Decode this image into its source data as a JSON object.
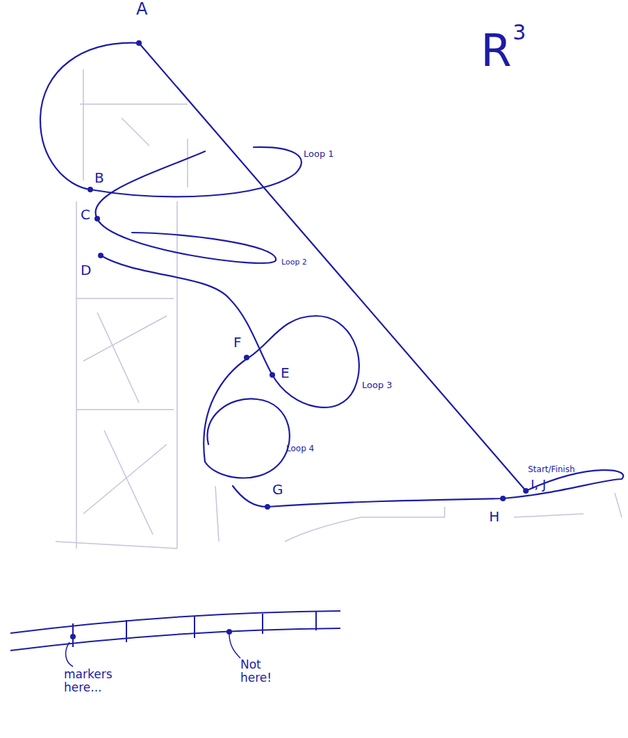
{
  "diagram": {
    "labels": [
      "A",
      "R",
      "3",
      "Loop 1",
      "B",
      "C",
      "Loop 2",
      "D",
      "F",
      "E",
      "Loop 3",
      "Loop 4",
      "Start/Finish",
      "I, J",
      "G",
      "H",
      "markers here...",
      "Not here!"
    ]
  }
}
